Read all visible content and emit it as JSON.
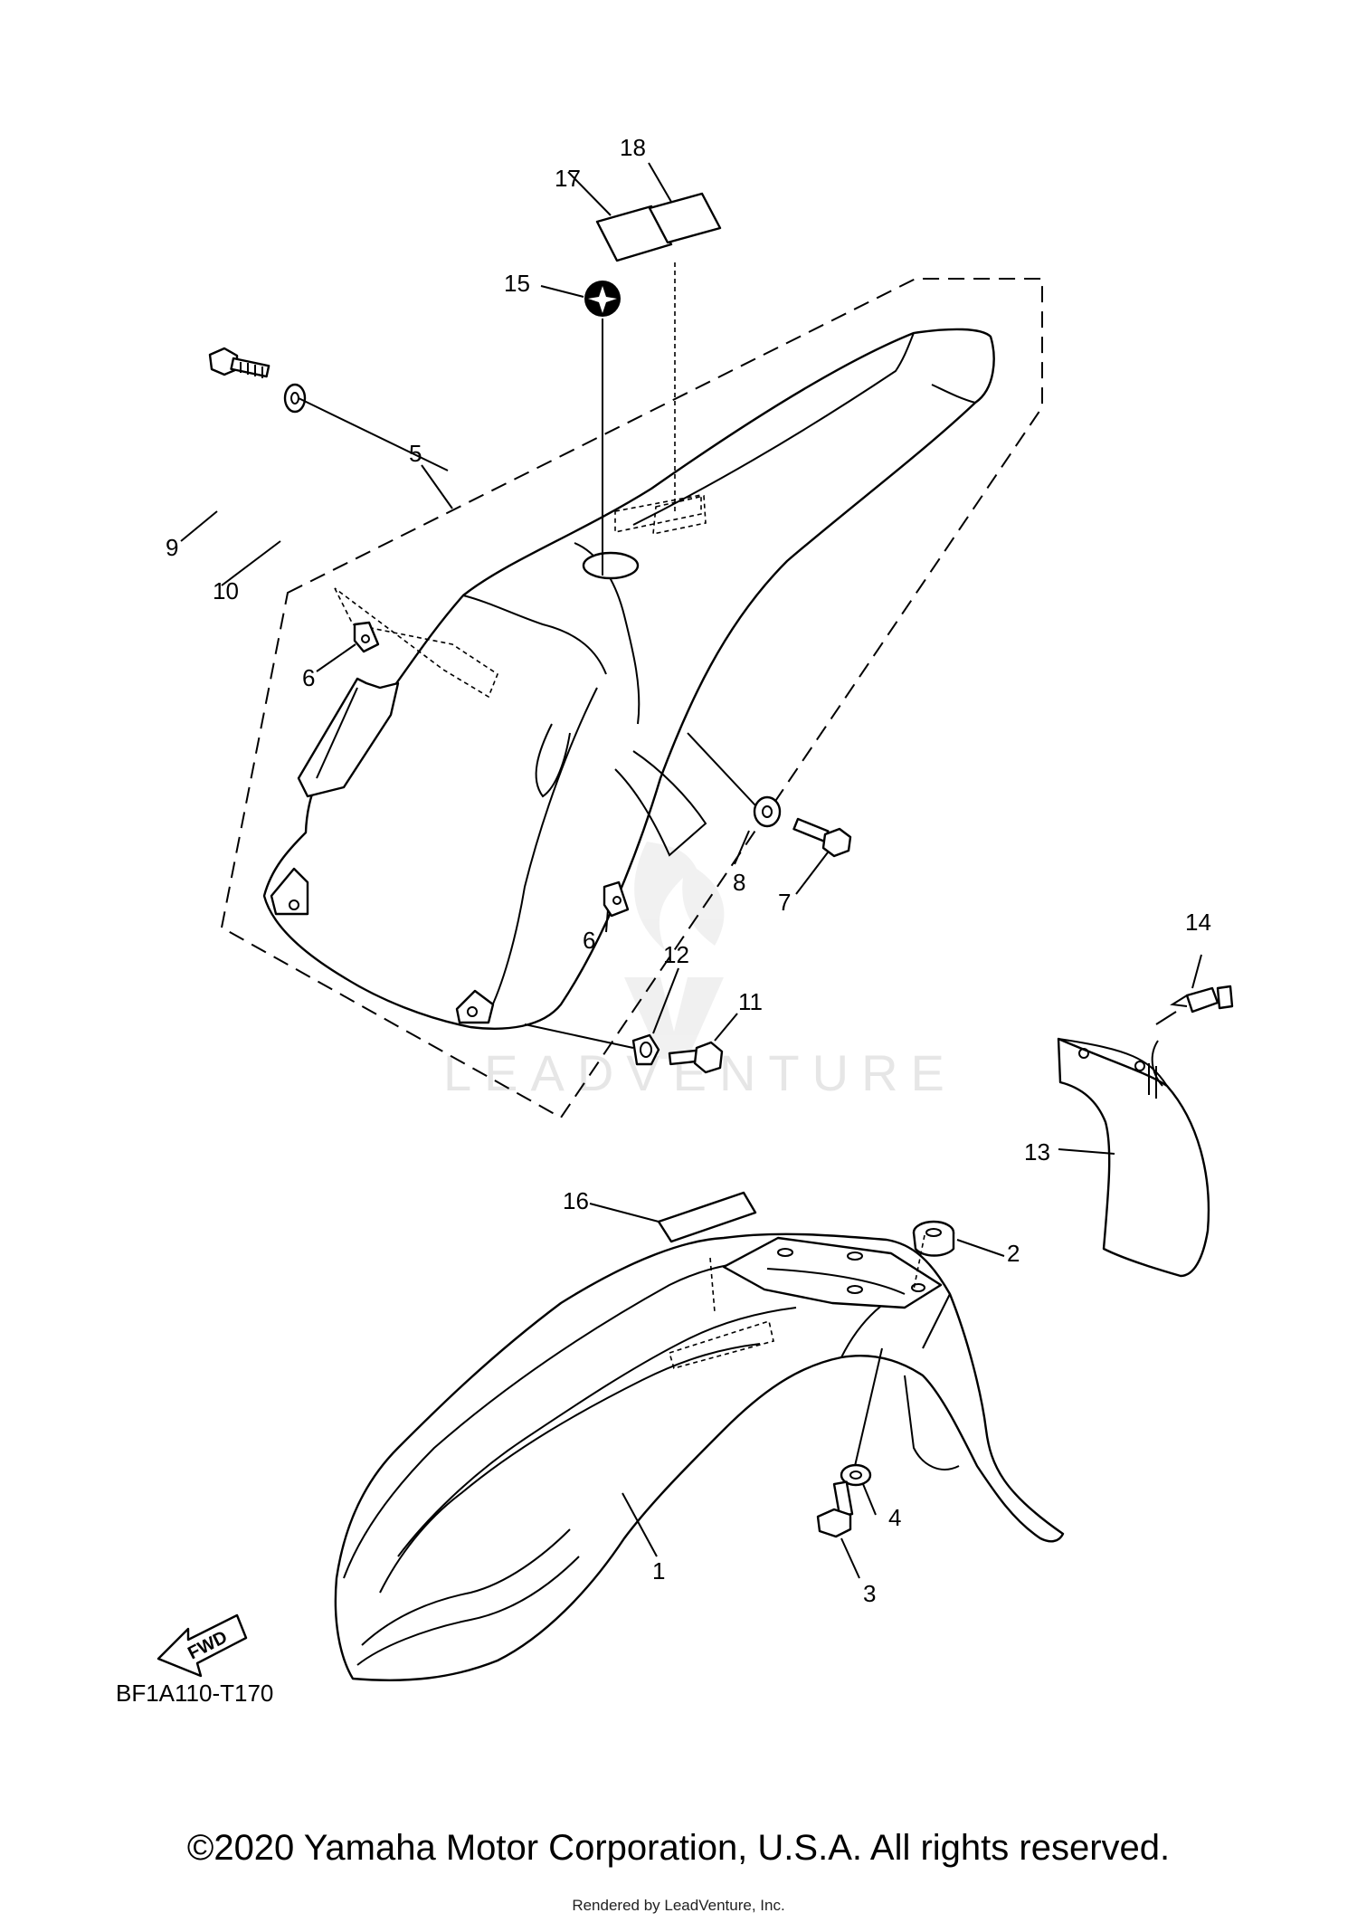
{
  "callouts": [
    "1",
    "2",
    "3",
    "4",
    "5",
    "6",
    "6",
    "7",
    "8",
    "9",
    "10",
    "11",
    "12",
    "13",
    "14",
    "15",
    "16",
    "17",
    "18"
  ],
  "direction_label": "FWD",
  "diagram_code": "BF1A110-T170",
  "watermark": "LEADVENTURE",
  "copyright": "©2020 Yamaha Motor Corporation, U.S.A. All rights reserved.",
  "rendered_by": "Rendered by LeadVenture, Inc."
}
